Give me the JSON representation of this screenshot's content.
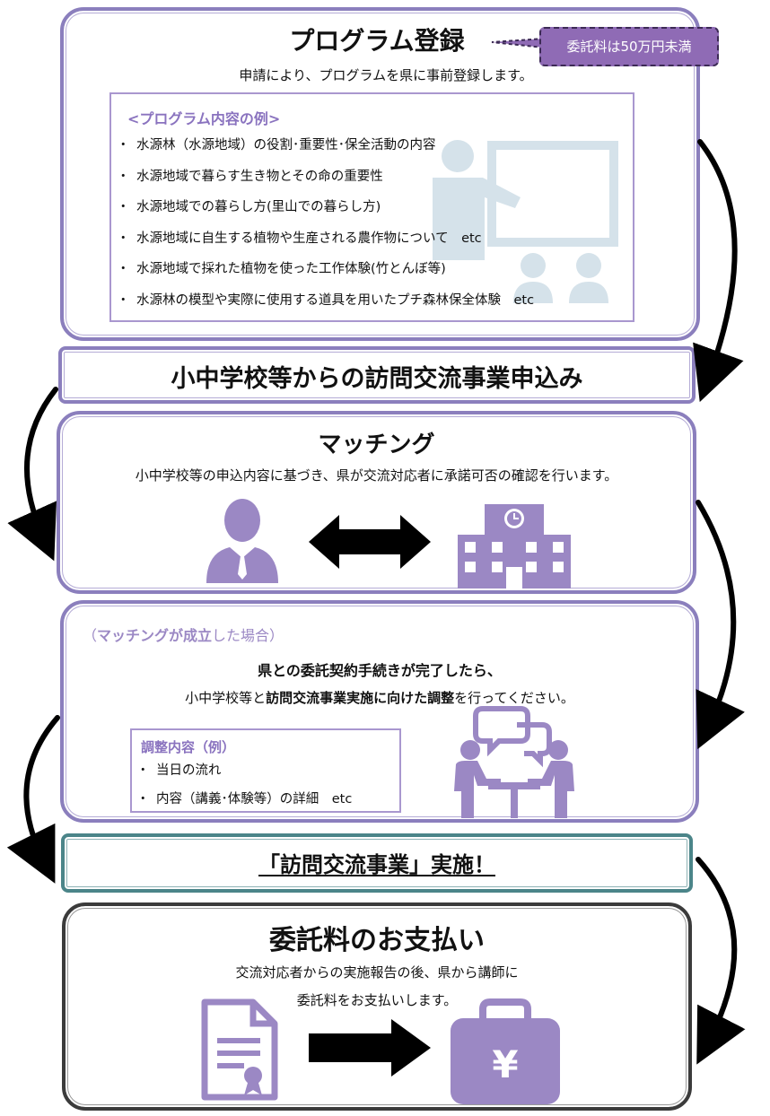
{
  "colors": {
    "purple_border": "#8b7fbd",
    "icon_purple": "#9b88c4",
    "callout_fill": "#8f6bb5",
    "teal_border": "#4b8589",
    "gray_border": "#3b3b3b",
    "accent_text": "#8a73bf",
    "light_icon": "#d5e2ea"
  },
  "step1": {
    "title": "プログラム登録",
    "callout": "委託料は50万円未満",
    "desc": "申請により、プログラムを県に事前登録します。",
    "examples_heading": "<プログラム内容の例>",
    "bullet": "・",
    "examples": [
      "水源林（水源地域）の役割･重要性･保全活動の内容",
      "水源地域で暮らす生き物とその命の重要性",
      "水源地域での暮らし方(里山での暮らし方)",
      "水源地域に自生する植物や生産される農作物について　etc",
      "水源地域で採れた植物を使った工作体験(竹とんぼ等)",
      "水源林の模型や実際に使用する道具を用いたプチ森林保全体験　etc"
    ],
    "icon": "presentation-teacher-icon"
  },
  "step2": {
    "title": "小中学校等からの訪問交流事業申込み"
  },
  "step3": {
    "title": "マッチング",
    "desc": "小中学校等の申込内容に基づき、県が交流対応者に承諾可否の確認を行います。",
    "icons": [
      "person-icon",
      "double-arrow-icon",
      "school-building-icon"
    ]
  },
  "step4": {
    "condition_bold": "マッチングが成立",
    "condition_open": "（",
    "condition_rest": "した場合）",
    "line1": "県との委託契約手続きが完了したら、",
    "line2_pre": "小中学校等と",
    "line2_bold": "訪問交流事業実施に向けた調整",
    "line2_post": "を行ってください。",
    "adjust_heading": "調整内容（例）",
    "adjust_items": [
      "当日の流れ",
      "内容（講義･体験等）の詳細　etc"
    ],
    "bullet": "・",
    "icon": "meeting-discussion-icon"
  },
  "step5": {
    "title": "「訪問交流事業」実施！"
  },
  "step6": {
    "title": "委託料のお支払い",
    "desc1": "交流対応者からの実施報告の後、県から講師に",
    "desc2": "委託料をお支払いします。",
    "yen": "¥",
    "icons": [
      "certificate-document-icon",
      "right-arrow-icon",
      "yen-briefcase-icon"
    ]
  }
}
